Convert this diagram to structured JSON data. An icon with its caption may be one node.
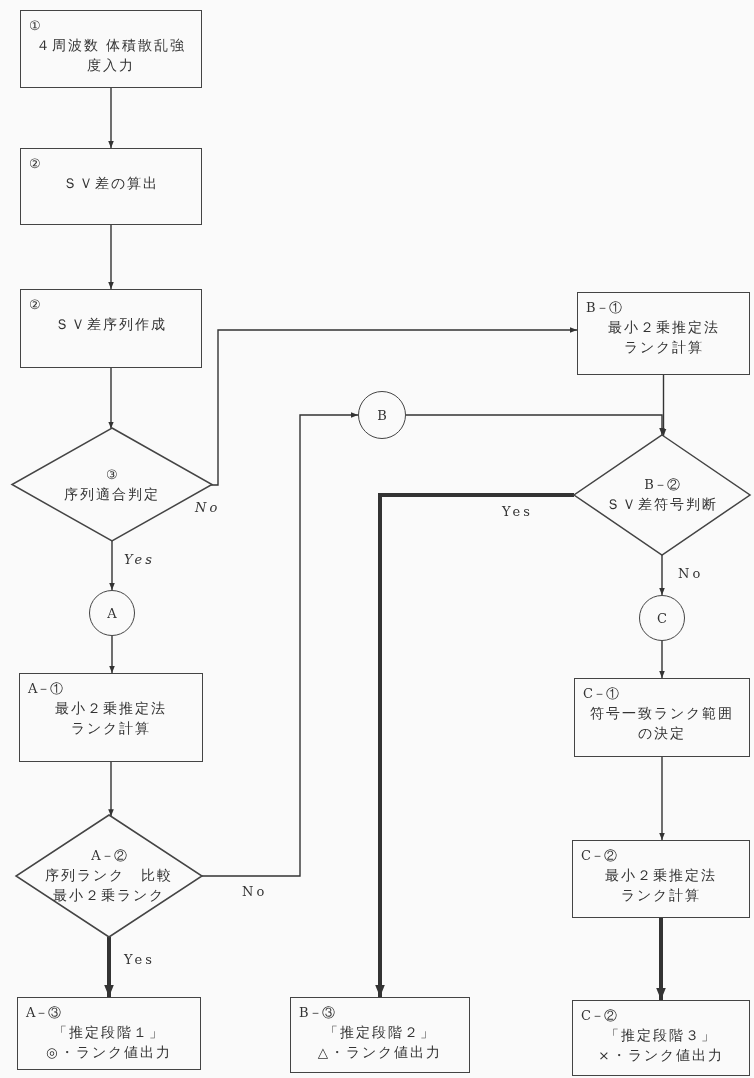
{
  "diagram": {
    "nodes": [
      {
        "text": [
          "①",
          "４周波数 体積散乱強度入力"
        ]
      },
      {
        "text": [
          "②",
          "ＳＶ差の算出"
        ]
      },
      {
        "text": [
          "②",
          "ＳＶ差序列作成"
        ]
      },
      {
        "text": [
          "③",
          "序列適合判定"
        ]
      },
      {
        "text": [
          "A"
        ]
      },
      {
        "text": [
          "A－①",
          "最小２乗推定法",
          "ランク計算"
        ]
      },
      {
        "text": [
          "A－②",
          "序列ランク　比較",
          "最小２乗ランク"
        ]
      },
      {
        "text": [
          "A－③",
          "「推定段階１」",
          "◎・ランク値出力"
        ]
      },
      {
        "text": [
          "B－①",
          "最小２乗推定法",
          "ランク計算"
        ]
      },
      {
        "text": [
          "B"
        ]
      },
      {
        "text": [
          "B－②",
          "ＳＶ差符号判断"
        ]
      },
      {
        "text": [
          "C"
        ]
      },
      {
        "text": [
          "C－①",
          "符号一致ランク範囲の決定"
        ]
      },
      {
        "text": [
          "C－②",
          "最小２乗推定法",
          "ランク計算"
        ]
      },
      {
        "text": [
          "B－③",
          "「推定段階２」",
          "△・ランク値出力"
        ]
      },
      {
        "text": [
          "C－②",
          "「推定段階３」",
          "×・ランク値出力"
        ]
      }
    ],
    "edges": [
      {
        "from": 0,
        "to": 1,
        "arrow": "to"
      },
      {
        "from": 1,
        "to": 2,
        "arrow": "to"
      },
      {
        "from": 2,
        "to": 3,
        "arrow": "to"
      },
      {
        "from": 3,
        "to": 8,
        "arrow": "to",
        "label": "No"
      },
      {
        "from": 3,
        "to": 4,
        "arrow": "to",
        "label": "Yes"
      },
      {
        "from": 4,
        "to": 5,
        "arrow": "to"
      },
      {
        "from": 5,
        "to": 6,
        "arrow": "to"
      },
      {
        "from": 6,
        "to": 7,
        "arrow": "to",
        "label": "Yes",
        "style": "thick"
      },
      {
        "from": 6,
        "to": 9,
        "arrow": "to",
        "label": "No"
      },
      {
        "from": 9,
        "to": 10,
        "arrow": "to"
      },
      {
        "from": 8,
        "to": 10,
        "arrow": "to"
      },
      {
        "from": 10,
        "to": 14,
        "arrow": "to",
        "label": "Yes",
        "style": "thick"
      },
      {
        "from": 10,
        "to": 11,
        "arrow": "to",
        "label": "No"
      },
      {
        "from": 11,
        "to": 12,
        "arrow": "to"
      },
      {
        "from": 12,
        "to": 13,
        "arrow": "to"
      },
      {
        "from": 13,
        "to": 15,
        "arrow": "to",
        "style": "thick"
      }
    ]
  }
}
